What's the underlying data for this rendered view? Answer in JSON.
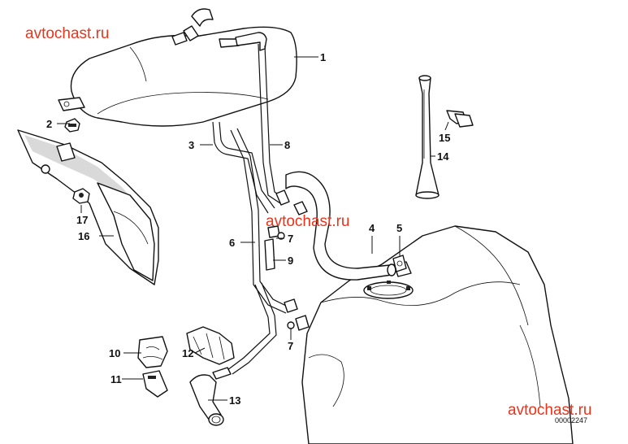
{
  "watermarks": [
    "avtochast.ru",
    "avtochast.ru",
    "avtochast.ru"
  ],
  "diagram_code": "00002247",
  "callouts": [
    {
      "id": "c1",
      "label": "1"
    },
    {
      "id": "c2",
      "label": "2"
    },
    {
      "id": "c3",
      "label": "3"
    },
    {
      "id": "c4",
      "label": "4"
    },
    {
      "id": "c5",
      "label": "5"
    },
    {
      "id": "c6",
      "label": "6"
    },
    {
      "id": "c7a",
      "label": "7"
    },
    {
      "id": "c7b",
      "label": "7"
    },
    {
      "id": "c8",
      "label": "8"
    },
    {
      "id": "c9",
      "label": "9"
    },
    {
      "id": "c10",
      "label": "10"
    },
    {
      "id": "c11",
      "label": "11"
    },
    {
      "id": "c12",
      "label": "12"
    },
    {
      "id": "c13",
      "label": "13"
    },
    {
      "id": "c14",
      "label": "14"
    },
    {
      "id": "c15",
      "label": "15"
    },
    {
      "id": "c16",
      "label": "16"
    },
    {
      "id": "c17",
      "label": "17"
    }
  ],
  "colors": {
    "watermark": "#e8341c",
    "ink": "#111111",
    "background": "#ffffff"
  }
}
